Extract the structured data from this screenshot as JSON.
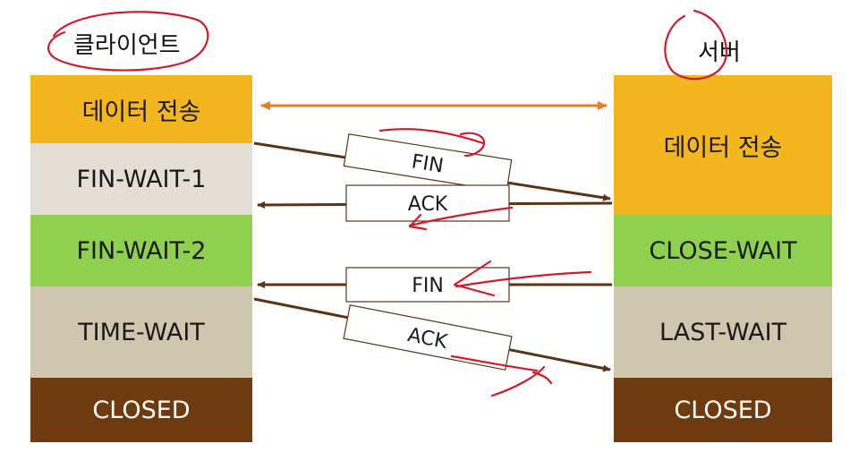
{
  "client": {
    "title": "클라이언트",
    "states": [
      {
        "label": "데이터 전송",
        "color": "#f3b61f"
      },
      {
        "label": "FIN-WAIT-1",
        "color": "#e3dfd6"
      },
      {
        "label": "FIN-WAIT-2",
        "color": "#8fd14f"
      },
      {
        "label": "TIME-WAIT",
        "color": "#cfc6ae"
      },
      {
        "label": "CLOSED",
        "color": "#6d3b0f"
      }
    ]
  },
  "server": {
    "title": "서버",
    "states": [
      {
        "label": "데이터 전송",
        "color": "#f3b61f"
      },
      {
        "label": "CLOSE-WAIT",
        "color": "#8fd14f"
      },
      {
        "label": "LAST-WAIT",
        "color": "#cfc6ae"
      },
      {
        "label": "CLOSED",
        "color": "#6d3b0f"
      }
    ]
  },
  "packets": [
    {
      "label": "FIN",
      "direction": "client-to-server"
    },
    {
      "label": "ACK",
      "direction": "server-to-client"
    },
    {
      "label": "FIN",
      "direction": "server-to-client"
    },
    {
      "label": "ACK",
      "direction": "client-to-server"
    }
  ],
  "colors": {
    "data_transfer_arrow": "#e67e22",
    "packet_arrow": "#5a3414",
    "annotation": "#d11a2a"
  }
}
